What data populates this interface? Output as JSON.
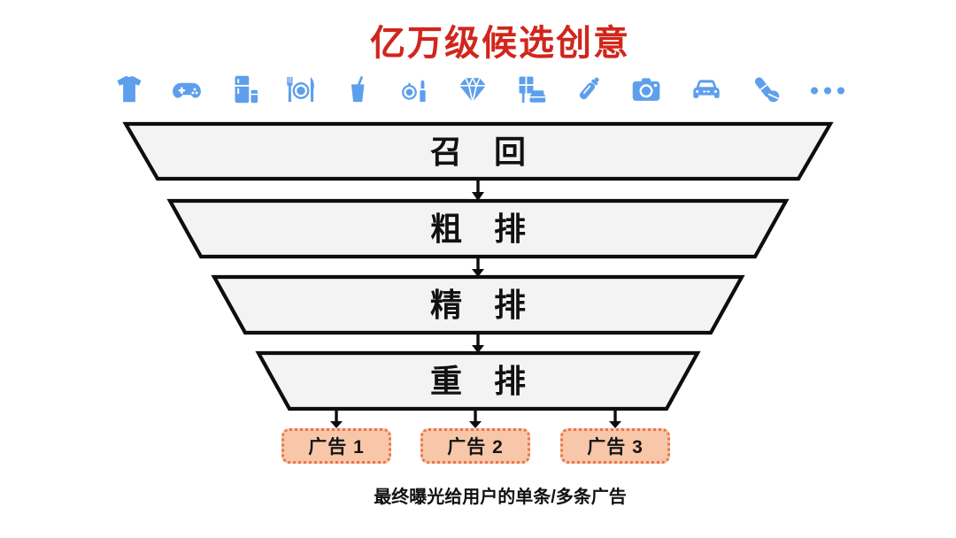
{
  "title": "亿万级候选创意",
  "caption": "最终曝光给用户的单条/多条广告",
  "category_icons": [
    "tshirt-icon",
    "gamepad-icon",
    "refrigerator-icon",
    "dining-icon",
    "drink-icon",
    "cosmetics-icon",
    "diamond-icon",
    "furniture-icon",
    "baby-bottle-icon",
    "camera-icon",
    "car-icon",
    "medicine-icon",
    "ellipsis-icon"
  ],
  "funnel": {
    "levels": [
      {
        "label": "召　回"
      },
      {
        "label": "粗　排"
      },
      {
        "label": "精　排"
      },
      {
        "label": "重　排"
      }
    ]
  },
  "ads": {
    "items": [
      {
        "label": "广告 1"
      },
      {
        "label": "广告 2"
      },
      {
        "label": "广告 3"
      }
    ]
  },
  "colors": {
    "title_red": "#d1261c",
    "icon_blue": "#5d9fec",
    "funnel_fill": "#f3f3f3",
    "funnel_border": "#0d0d0d",
    "ad_fill": "#f8c7a9",
    "ad_border": "#e8764a"
  }
}
